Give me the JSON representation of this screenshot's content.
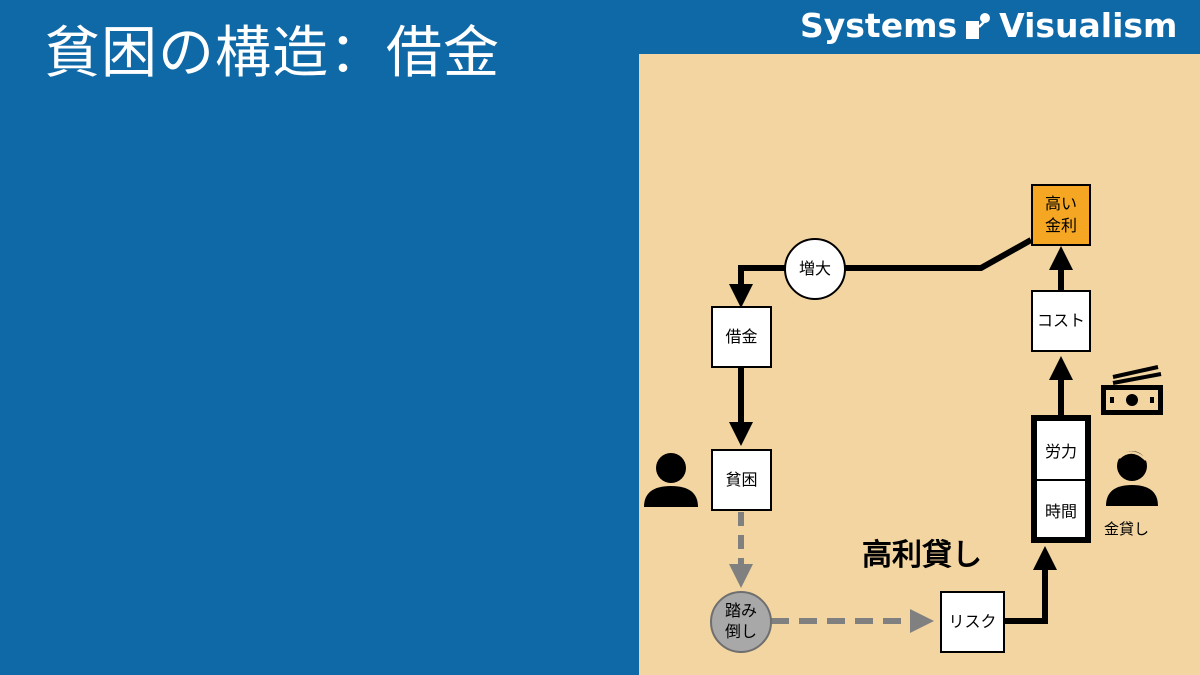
{
  "title": "貧困の構造：借金",
  "brand": {
    "name": "Systems",
    "name2": "Visualism"
  },
  "diagram": {
    "nodes": {
      "high_interest": "高い\n金利",
      "increase": "増大",
      "cost": "コスト",
      "debt": "借金",
      "labor": "労力",
      "time": "時間",
      "poverty": "貧困",
      "default": "踏み\n倒し",
      "risk": "リスク"
    },
    "labels": {
      "loan_shark": "高利貸し",
      "moneylender": "金貸し"
    },
    "icons": [
      "person-icon",
      "moneylender-person-icon",
      "money-bills-icon"
    ],
    "colors": {
      "background": "#1069a7",
      "panel": "#f3d5a1",
      "highlight": "#f5a623",
      "dashed_link": "#808080"
    }
  }
}
